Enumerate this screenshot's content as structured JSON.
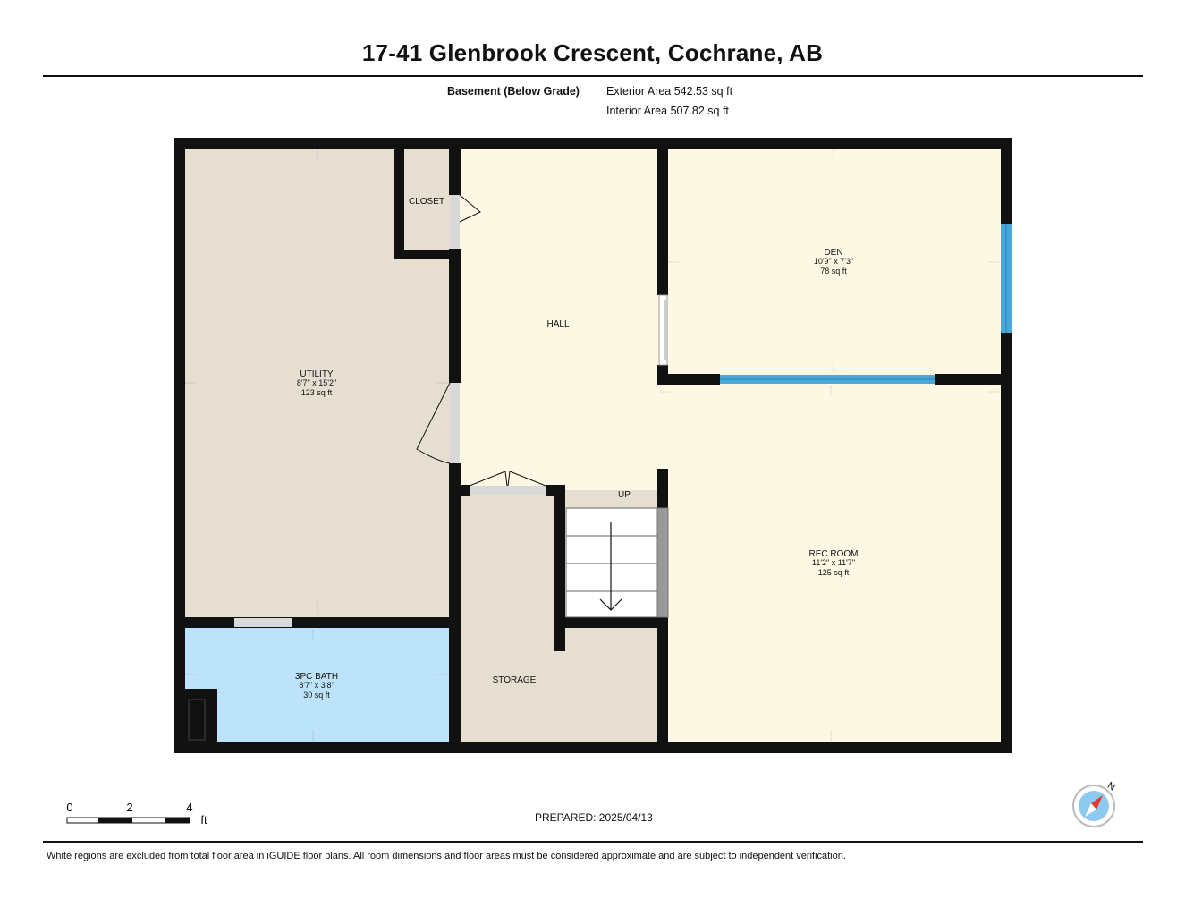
{
  "title": "17-41 Glenbrook Crescent, Cochrane, AB",
  "level": {
    "name": "Basement (Below Grade)",
    "exterior_area": "Exterior Area 542.53 sq ft",
    "interior_area": "Interior Area 507.82 sq ft"
  },
  "rooms": {
    "utility": {
      "name": "UTILITY",
      "dims": "8'7\" x 15'2\"",
      "area": "123 sq ft"
    },
    "closet": {
      "name": "CLOSET"
    },
    "hall": {
      "name": "HALL"
    },
    "den": {
      "name": "DEN",
      "dims": "10'9\" x 7'3\"",
      "area": "78 sq ft"
    },
    "rec_room": {
      "name": "REC ROOM",
      "dims": "11'2\" x 11'7\"",
      "area": "125 sq ft"
    },
    "bath": {
      "name": "3PC BATH",
      "dims": "8'7\" x 3'8\"",
      "area": "30 sq ft"
    },
    "storage": {
      "name": "STORAGE"
    },
    "stairs": {
      "label": "UP"
    }
  },
  "scale": {
    "ticks": [
      "0",
      "2",
      "4"
    ],
    "unit": "ft"
  },
  "compass_label": "N",
  "prepared": "PREPARED: 2025/04/13",
  "disclaimer": "White regions are excluded from total floor area in iGUIDE floor plans. All room dimensions and floor areas must be considered approximate and are subject to independent verification.",
  "colors": {
    "wall": "#111111",
    "utility_fill": "#e6ded0",
    "living_fill": "#fdf8e3",
    "bath_fill": "#bde3fb",
    "window": "#4aa8d8",
    "door_gray": "#d9d9d9"
  }
}
